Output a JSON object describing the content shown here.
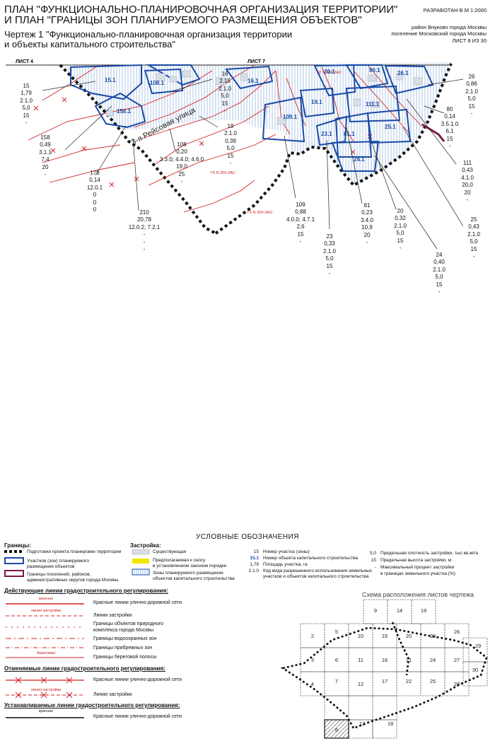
{
  "header": {
    "title_line1": "ПЛАН \"ФУНКЦИОНАЛЬНО-ПЛАНИРОВОЧНАЯ ОРГАНИЗАЦИЯ ТЕРРИТОРИИ\"",
    "title_line2": "И ПЛАН \"ГРАНИЦЫ ЗОН ПЛАНИРУЕМОГО РАЗМЕЩЕНИЯ ОБЪЕКТОВ\"",
    "sheet_title_line1": "Чертеж 1 \"Функционально-планировочная организация территории",
    "sheet_title_line2": "и объекты капитального строительства\"",
    "scale": "РАЗРАБОТАН В М 1:2000",
    "district": "район Внуково города Москвы",
    "settlement": "поселение Московский города Москвы",
    "sheet_no": "ЛИСТ 8 ИЗ 30"
  },
  "map": {
    "sheet_left": "ЛИСТ 4",
    "sheet_top": "ЛИСТ 7",
    "street_name": "3-я Рейсовая улица",
    "gk_labels": [
      "ГК N 200-3АС",
      "ГК N 200-3АО",
      "ГК N 200-3АС"
    ],
    "objects": [
      "15.1",
      "108.1",
      "16.1",
      "158.1",
      "20.1",
      "80.1",
      "26.1",
      "19.1",
      "109.1",
      "111.1",
      "23.1",
      "81.1",
      "25.1",
      "24.1"
    ],
    "callouts": [
      {
        "name": "callout-15",
        "lines": [
          "15",
          "1,79",
          "2.1.0",
          "5,0",
          "15",
          "-"
        ]
      },
      {
        "name": "callout-158",
        "lines": [
          "158",
          "0,49",
          "3.1.1",
          "7,4",
          "20",
          "-"
        ]
      },
      {
        "name": "callout-179",
        "lines": [
          "179",
          "0,14",
          "12.0.1",
          "0",
          "0",
          "0"
        ]
      },
      {
        "name": "callout-210",
        "lines": [
          "210",
          "20,78",
          "12.0.2; 7.2.1",
          "-",
          "-",
          "-"
        ]
      },
      {
        "name": "callout-16",
        "lines": [
          "16",
          "2,15",
          "2.1.0",
          "5,0",
          "15",
          "-"
        ]
      },
      {
        "name": "callout-19",
        "lines": [
          "19",
          "2.1.0",
          "0,39",
          "5,0",
          "15",
          "-"
        ]
      },
      {
        "name": "callout-108",
        "lines": [
          "108",
          "0,20",
          "3.3.0; 4.4.0; 4.6.0",
          "19,0",
          "25",
          "-"
        ]
      },
      {
        "name": "callout-109",
        "lines": [
          "109",
          "0,88",
          "4.0.0; 4.7.1",
          "2,6",
          "15",
          "-"
        ]
      },
      {
        "name": "callout-23",
        "lines": [
          "23",
          "0,33",
          "2.1.0",
          "5,0",
          "15",
          "-"
        ]
      },
      {
        "name": "callout-81",
        "lines": [
          "81",
          "0,23",
          "3.4.0",
          "10,9",
          "20",
          "-"
        ]
      },
      {
        "name": "callout-20",
        "lines": [
          "20",
          "0,32",
          "2.1.0",
          "5,0",
          "15",
          "-"
        ]
      },
      {
        "name": "callout-24",
        "lines": [
          "24",
          "0,40",
          "2.1.0",
          "5,0",
          "15",
          "-"
        ]
      },
      {
        "name": "callout-26",
        "lines": [
          "26",
          "0,86",
          "2.1.0",
          "5,0",
          "15",
          "-"
        ]
      },
      {
        "name": "callout-80",
        "lines": [
          "80",
          "0,14",
          "3.5.1.0",
          "6,1",
          "15",
          "-"
        ]
      },
      {
        "name": "callout-111",
        "lines": [
          "111",
          "0,43",
          "4.1.0",
          "20,0",
          "20",
          "-"
        ]
      },
      {
        "name": "callout-25",
        "lines": [
          "25",
          "0,43",
          "2.1.0",
          "5,0",
          "15",
          "-"
        ]
      }
    ]
  },
  "legend": {
    "title": "УСЛОВНЫЕ ОБОЗНАЧЕНИЯ",
    "borders_h": "Границы:",
    "borders": [
      "Подготовки проекта планировки территории",
      "Участков (зон) планируемого",
      "размещения объектов",
      "Границы поселений, районов,",
      "административных округов города Москвы"
    ],
    "buildings_h": "Застройка:",
    "buildings": [
      "Существующая",
      "Предполагаемая к сносу",
      "в установленном законом порядке",
      "Зоны планируемого размещения",
      "объектов капитального строительства"
    ],
    "codes": [
      {
        "k": "15",
        "v": "Номер участка (зоны)"
      },
      {
        "k": "15.1",
        "v": "Номер объекта капитального строительства"
      },
      {
        "k": "1,79",
        "v": "Площадь участка, га"
      },
      {
        "k": "2.1.0",
        "v": "Код вида разрешенного использования земельных"
      },
      {
        "k": "",
        "v": "участков и объектов капитального строительства"
      }
    ],
    "codes2": [
      {
        "k": "5,0",
        "v": "Предельная плотность застройки, тыс.кв.м/га"
      },
      {
        "k": "15",
        "v": "Предельная высота застройки, м"
      },
      {
        "k": "-",
        "v": "Максимальный процент застройки"
      },
      {
        "k": "",
        "v": "в границах земельного участка (%)"
      }
    ],
    "current_h": "Действующие линии градостроительного регулирования:",
    "current": [
      {
        "lab": "красная",
        "text": "Красные линии улично-дорожной сети"
      },
      {
        "lab": "линия застройки",
        "text": "Линии застройки"
      },
      {
        "lab": "",
        "text": "Границы объектов природного"
      },
      {
        "lab": "",
        "text": "комплекса города Москвы"
      },
      {
        "lab": "",
        "text": "Границы водоохранных зон"
      },
      {
        "lab": "",
        "text": "Границы прибрежных зон"
      },
      {
        "lab": "береговая",
        "text": "Границы береговой полосы"
      }
    ],
    "cancel_h": "Отменяемые линии градостроительного регулирования:",
    "cancel": [
      {
        "lab": "красная",
        "text": "Красные линии улично-дорожной сети"
      },
      {
        "lab": "линия застройки",
        "text": "Линии застройки"
      }
    ],
    "new_h": "Устанавливаемые линии градостроительного регулирования:",
    "new": [
      {
        "lab": "красная",
        "text": "Красные линии улично-дорожной сети"
      }
    ]
  },
  "schema": {
    "title": "Схема расположения листов чертежа",
    "numbers": [
      "9",
      "14",
      "19",
      "2",
      "5",
      "10",
      "15",
      "20",
      "23",
      "26",
      "29",
      "3",
      "6",
      "11",
      "16",
      "21",
      "24",
      "27",
      "30",
      "4",
      "7",
      "12",
      "17",
      "22",
      "25",
      "28",
      "8",
      "13",
      "18"
    ]
  },
  "colors": {
    "red_lines": "#d42020",
    "blue_zones": "#1a4aa8",
    "hatch": "#8ab0d8",
    "boundary": "#111111",
    "district_border": "#7a1a4a"
  }
}
